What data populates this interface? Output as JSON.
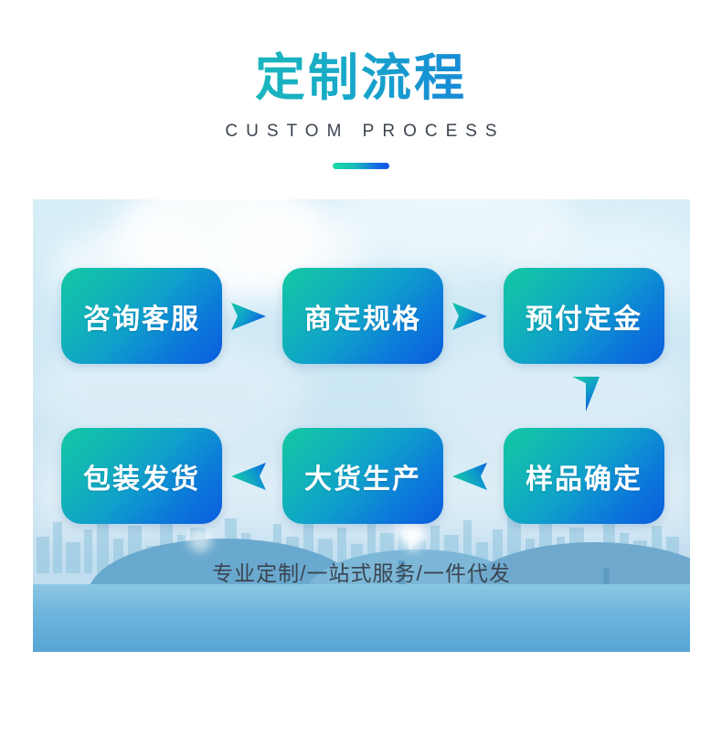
{
  "header": {
    "title": "定制流程",
    "subtitle": "CUSTOM PROCESS",
    "title_gradient_from": "#22d7a0",
    "title_gradient_to": "#1658e8",
    "subtitle_color": "#3d4450",
    "divider_gradient_from": "#1ddba4",
    "divider_gradient_to": "#1254e8"
  },
  "flow": {
    "box_gradient_from": "#13c7a2",
    "box_gradient_to": "#0a5cdd",
    "box_text_color": "#ffffff",
    "steps": [
      {
        "order": 1,
        "label": "咨询客服"
      },
      {
        "order": 2,
        "label": "商定规格"
      },
      {
        "order": 3,
        "label": "预付定金"
      },
      {
        "order": 4,
        "label": "样品确定"
      },
      {
        "order": 5,
        "label": "大货生产"
      },
      {
        "order": 6,
        "label": "包装发货"
      }
    ],
    "connectors": [
      {
        "name": "arrow-right-1",
        "direction": "right"
      },
      {
        "name": "arrow-right-2",
        "direction": "right"
      },
      {
        "name": "arrow-down-1",
        "direction": "down"
      },
      {
        "name": "arrow-left-1",
        "direction": "left"
      },
      {
        "name": "arrow-left-2",
        "direction": "left"
      }
    ]
  },
  "tagline": {
    "text": "专业定制/一站式服务/一件代发",
    "color": "#3a4450"
  },
  "background": {
    "description": "industrial-refinery-skyline-photo",
    "sky_color": "#cfe9f5",
    "water_color": "#6fb6dd"
  }
}
